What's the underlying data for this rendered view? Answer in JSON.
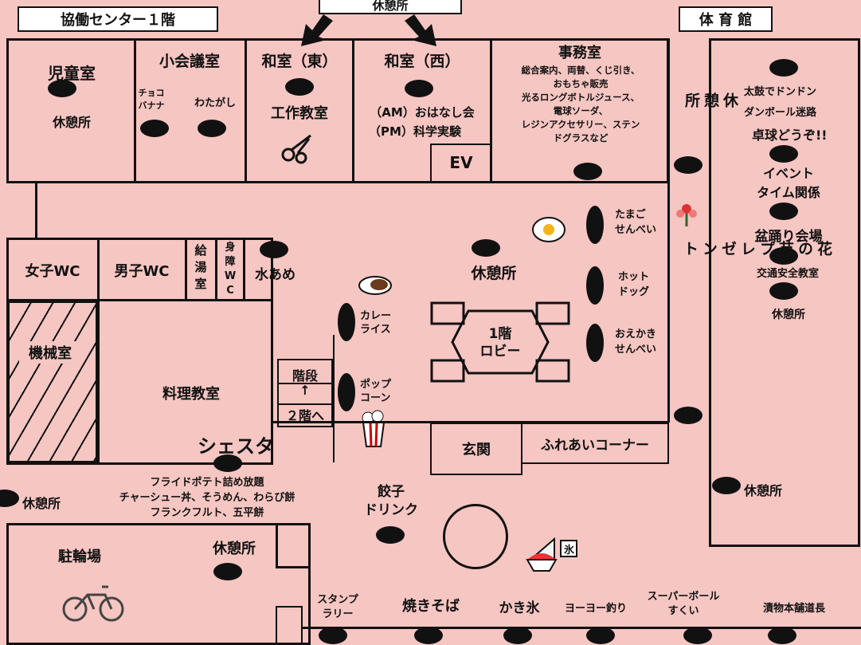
{
  "header": {
    "floor_title": "協働センター１階",
    "top_rest": "休憩所",
    "gym_title": "体 育 館"
  },
  "rooms": {
    "children": "児童室",
    "children_rest": "休憩所",
    "small_meeting": "小会議室",
    "choco": "チョコ\nバナナ",
    "wataame": "わたがし",
    "washitsu_east": "和室（東）",
    "craft": "工作教室",
    "washitsu_west": "和室（西）",
    "am_story": "（AM）おはなし会",
    "pm_science": "（PM）科学実験",
    "ev": "EV",
    "office": "事務室",
    "office_info": "総合案内、両替、くじ引き、\nおもちゃ販売\n光るロングボトルジュース、\n電球ソーダ、\nレジンアクセサリー、ステン\nドグラスなど",
    "women_wc": "女子WC",
    "men_wc": "男子WC",
    "kyuto": "給\n湯\n室",
    "shogai_wc": "身\n障\nW\nC",
    "machine": "機械室",
    "cooking": "料理教室",
    "siesta": "シェスタ",
    "stairs": "階段",
    "stairs_arrow": "↑",
    "to_2f": "２階へ",
    "lobby": "1階\nロビー",
    "entrance": "玄関",
    "fureai": "ふれあいコーナー",
    "lobby_rest": "休憩所",
    "bike": "駐輪場",
    "bottom_rest": "休憩所"
  },
  "stalls": {
    "mizuame": "水あめ",
    "curry": "カレー\nライス",
    "popcorn": "ポップ\nコーン",
    "tamago": "たまご\nせんべい",
    "hotdog": "ホット\nドッグ",
    "oekaki": "おえかき\nせんべい",
    "food_list": "フライドポテト詰め放題\nチャーシュー丼、そうめん、わらび餅\nフランクフルト、五平餅",
    "left_rest": "休憩所",
    "gyoza": "餃子\nドリンク",
    "stamp": "スタンプ\nラリー",
    "yakisoba": "焼きそば",
    "kakigori": "かき氷",
    "yoyo": "ヨーヨー釣り",
    "superball": "スーパーボール\nすくい",
    "tsukemono": "漬物本舗道長",
    "side_rest": "休\n憩\n所",
    "flower": "花\nの\n苗\nプ\nレ\nゼ\nン\nト",
    "right_rest": "休憩所"
  },
  "gym": {
    "taiko": "太鼓でドンドン",
    "cardboard": "ダンボール迷路",
    "pingpong": "卓球どうぞ!!",
    "event": "イベント\nタイム関係",
    "bon": "盆踊り会場",
    "traffic": "交通安全教室",
    "rest": "休憩所"
  },
  "colors": {
    "background": "#f6c6c2",
    "ink": "#111111"
  }
}
